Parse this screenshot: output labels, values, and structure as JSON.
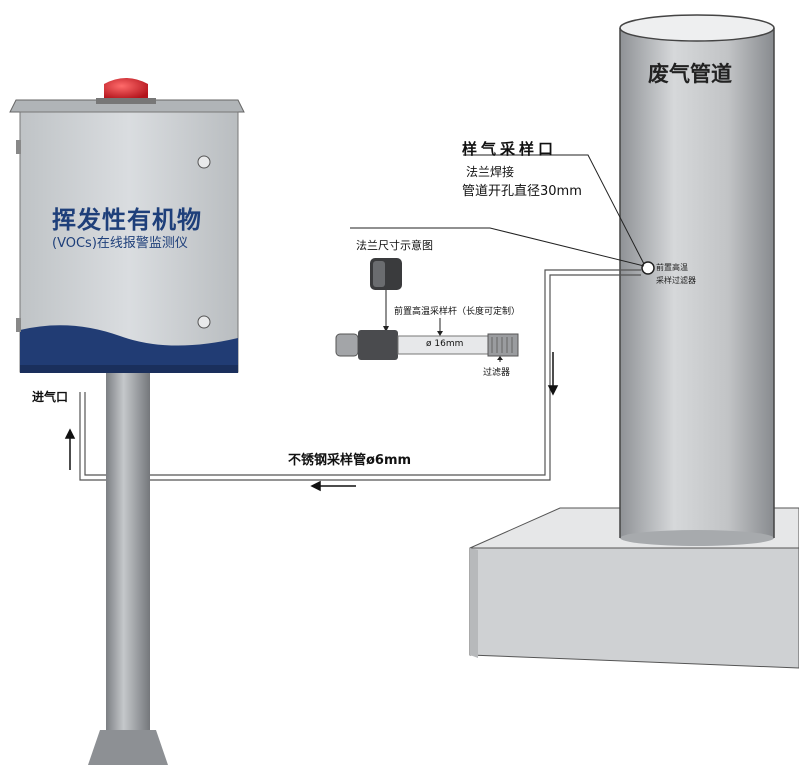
{
  "pipe": {
    "title": "废气管道"
  },
  "sampling_port": {
    "title": "样气采样口",
    "line1": "法兰焊接",
    "line2": "管道开孔直径30mm"
  },
  "flange": {
    "title": "法兰尺寸示意图",
    "rod_label": "前置高温采样杆（长度可定制）",
    "rod_diameter": "ø 16mm",
    "filter_label": "过滤器"
  },
  "probe": {
    "label_line1": "前置高温",
    "label_line2": "采样过滤器"
  },
  "tube": {
    "label": "不锈钢采样管ø6mm"
  },
  "inlet": {
    "label": "进气口"
  },
  "cabinet": {
    "title": "挥发性有机物",
    "subtitle": "(VOCs)在线报警监测仪"
  },
  "colors": {
    "cabinet_body": "#cfd3d6",
    "cabinet_band": "#213c74",
    "beacon": "#d8212a",
    "pole": "#a9adb1",
    "pipe": "#c4c6c8",
    "base": "#d2d4d6"
  }
}
